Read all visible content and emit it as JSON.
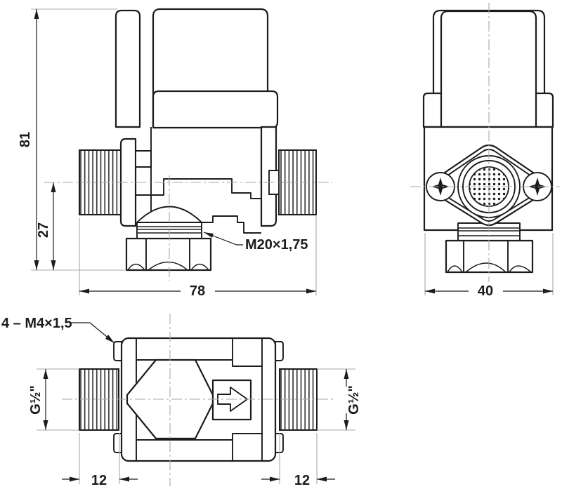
{
  "drawing": {
    "kind": "technical-drawing",
    "subject": "solenoid valve, three orthographic views",
    "colors": {
      "ink": "#1c1c1c",
      "aux": "#a8a8a8",
      "paper": "#ffffff"
    }
  },
  "front_view": {
    "overall_height": "81",
    "axis_to_bottom_height": "27",
    "overall_width": "78",
    "gland_thread_callout": "M20×1,75"
  },
  "side_view": {
    "overall_width": "40"
  },
  "bottom_view": {
    "mount_screw_callout": "4 – M4×1,5",
    "left_port_thread": "G½\"",
    "right_port_thread": "G½\"",
    "left_thread_length": "12",
    "right_thread_length": "12"
  }
}
